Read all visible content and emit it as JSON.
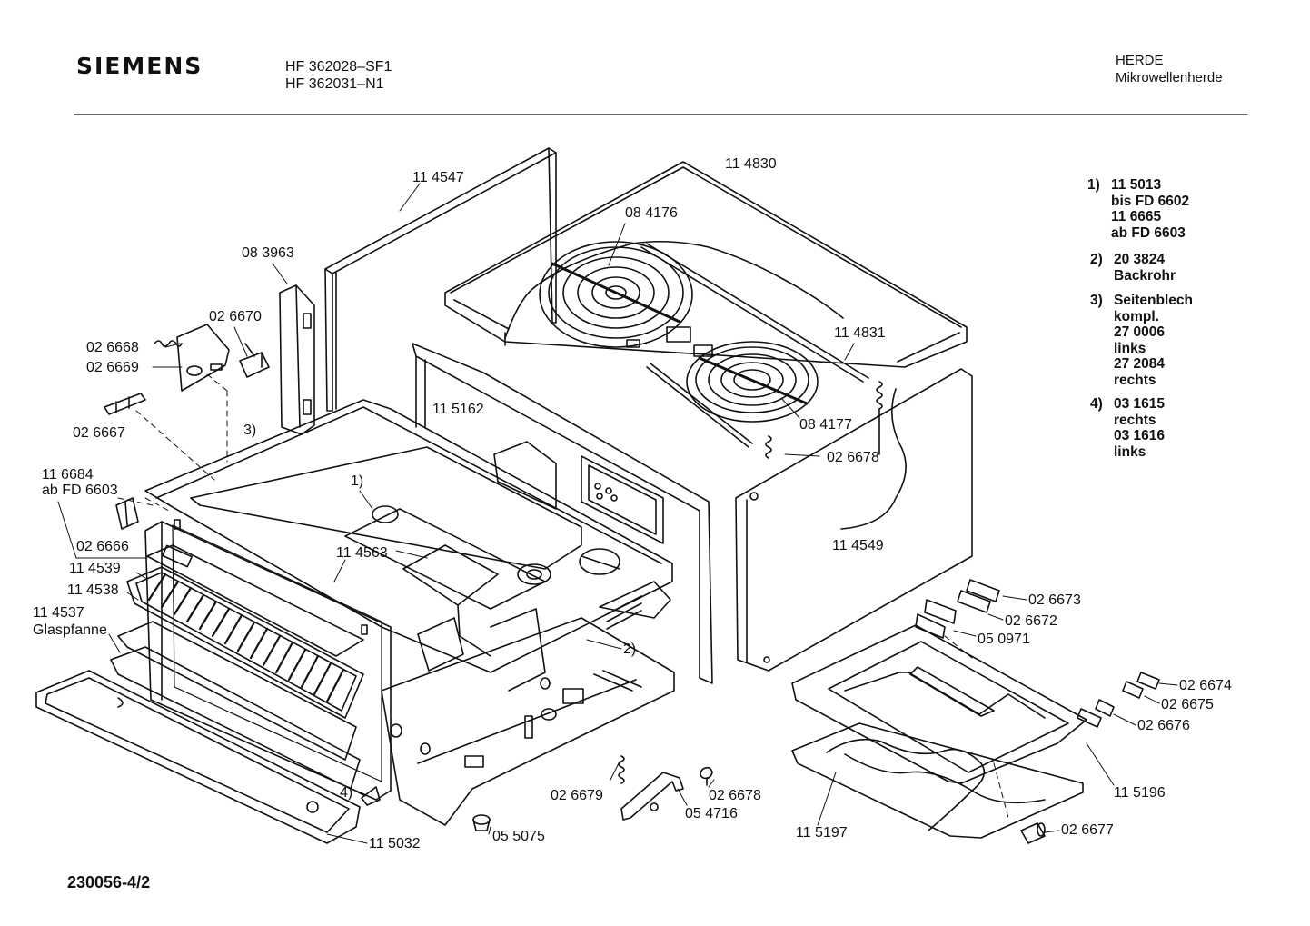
{
  "header": {
    "brand": "SIEMENS",
    "models": [
      "HF 362028–SF1",
      "HF 362031–N1"
    ],
    "category": "HERDE",
    "subcategory": "Mikrowellenherde"
  },
  "footer": {
    "code": "230056-4/2"
  },
  "part_labels": [
    {
      "id": "p114547",
      "text": "11 4547"
    },
    {
      "id": "p114830",
      "text": "11 4830"
    },
    {
      "id": "p084176",
      "text": "08 4176"
    },
    {
      "id": "p083963",
      "text": "08 3963"
    },
    {
      "id": "p026670",
      "text": "02 6670"
    },
    {
      "id": "p026668",
      "text": "02 6668"
    },
    {
      "id": "p026669",
      "text": "02 6669"
    },
    {
      "id": "p114831",
      "text": "11 4831"
    },
    {
      "id": "p115162",
      "text": "11 5162"
    },
    {
      "id": "p084177",
      "text": "08 4177"
    },
    {
      "id": "p026667",
      "text": "02 6667"
    },
    {
      "id": "ref3",
      "text": "3)"
    },
    {
      "id": "p026678a",
      "text": "02 6678"
    },
    {
      "id": "p116684",
      "text": "11 6684"
    },
    {
      "id": "abfd6603",
      "text": "ab FD 6603"
    },
    {
      "id": "ref1",
      "text": "1)"
    },
    {
      "id": "p114549",
      "text": "11 4549"
    },
    {
      "id": "p026666",
      "text": "02 6666"
    },
    {
      "id": "p114563",
      "text": "11 4563"
    },
    {
      "id": "p114539",
      "text": "11 4539"
    },
    {
      "id": "p114538",
      "text": "11 4538"
    },
    {
      "id": "p026673",
      "text": "02 6673"
    },
    {
      "id": "p114537",
      "text": "11 4537"
    },
    {
      "id": "glaspfanne",
      "text": "Glaspfanne"
    },
    {
      "id": "p026672",
      "text": "02 6672"
    },
    {
      "id": "p050971",
      "text": "05 0971"
    },
    {
      "id": "ref2",
      "text": "2)"
    },
    {
      "id": "p026674",
      "text": "02 6674"
    },
    {
      "id": "p026675",
      "text": "02 6675"
    },
    {
      "id": "p026676",
      "text": "02 6676"
    },
    {
      "id": "p026679",
      "text": "02 6679"
    },
    {
      "id": "p026678b",
      "text": "02 6678"
    },
    {
      "id": "ref4",
      "text": "4)"
    },
    {
      "id": "p115196",
      "text": "11 5196"
    },
    {
      "id": "p054716",
      "text": "05 4716"
    },
    {
      "id": "p115197",
      "text": "11 5197"
    },
    {
      "id": "p055075",
      "text": "05 5075"
    },
    {
      "id": "p026677",
      "text": "02 6677"
    },
    {
      "id": "p115032",
      "text": "11 5032"
    }
  ],
  "notes": [
    {
      "num": "1)",
      "lines": [
        "11 5013",
        "bis FD 6602",
        "11 6665",
        "ab FD 6603"
      ]
    },
    {
      "num": "2)",
      "lines": [
        "20 3824",
        "Backrohr"
      ]
    },
    {
      "num": "3)",
      "lines": [
        "Seitenblech",
        "kompl.",
        "27 0006",
        "links",
        "27 2084",
        "rechts"
      ]
    },
    {
      "num": "4)",
      "lines": [
        "03 1615",
        "rechts",
        "03 1616",
        "links"
      ]
    }
  ]
}
